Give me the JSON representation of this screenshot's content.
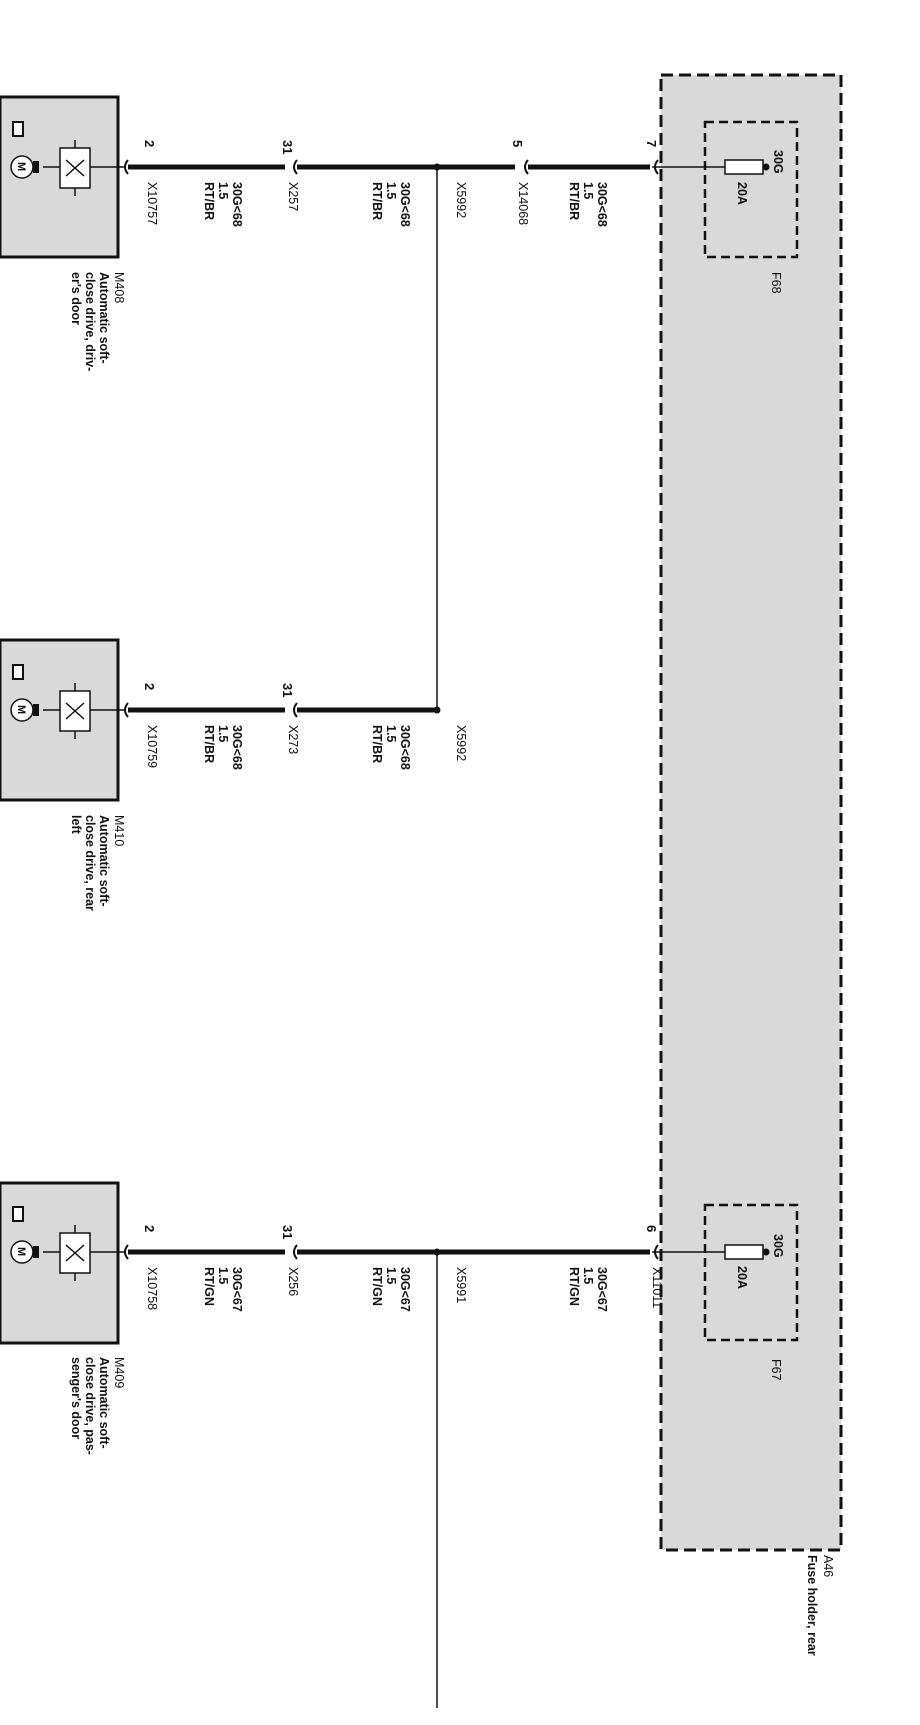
{
  "fuse_holder": {
    "id": "A46",
    "name": "Fuse holder, rear",
    "fuses": [
      {
        "id": "F68",
        "terminal": "30G",
        "rating": "20A"
      },
      {
        "id": "F67",
        "terminal": "30G",
        "rating": "20A"
      }
    ]
  },
  "circuits": [
    {
      "wire_top": {
        "pin": "7",
        "connector": "",
        "signal": "30G<68",
        "gauge": "1.5",
        "color": "RT/BR"
      },
      "wire_mid": {
        "pin": "5",
        "connector": "X14068"
      },
      "splice": "X5992",
      "wire_low": {
        "pin": "31",
        "connector": "X257",
        "signal": "30G<68",
        "gauge": "1.5",
        "color": "RT/BR"
      },
      "motor_conn": {
        "pin": "2",
        "connector": "X10757",
        "signal": "30G<68",
        "gauge": "1.5",
        "color": "RT/BR"
      },
      "motor": {
        "id": "M408",
        "desc_lines": [
          "Automatic soft-",
          "close drive, driv-",
          "er's door"
        ]
      }
    },
    {
      "splice": "X5992",
      "wire_low": {
        "pin": "31",
        "connector": "X273",
        "signal": "30G<68",
        "gauge": "1.5",
        "color": "RT/BR"
      },
      "motor_conn": {
        "pin": "2",
        "connector": "X10759",
        "signal": "30G<68",
        "gauge": "1.5",
        "color": "RT/BR"
      },
      "motor": {
        "id": "M410",
        "desc_lines": [
          "Automatic soft-",
          "close drive, rear",
          "left"
        ]
      }
    },
    {
      "wire_top": {
        "pin": "6",
        "connector": "X11011",
        "signal": "30G<67",
        "gauge": "1.5",
        "color": "RT/GN"
      },
      "splice": "X5991",
      "wire_low": {
        "pin": "31",
        "connector": "X256",
        "signal": "30G<67",
        "gauge": "1.5",
        "color": "RT/GN"
      },
      "motor_conn": {
        "pin": "2",
        "connector": "X10758",
        "signal": "30G<67",
        "gauge": "1.5",
        "color": "RT/GN"
      },
      "motor": {
        "id": "M409",
        "desc_lines": [
          "Automatic soft-",
          "close drive, pas-",
          "senger's door"
        ]
      }
    }
  ],
  "labels": {
    "motor_symbol": "M",
    "c1_splice_signal": "30G<68",
    "c1_splice_gauge": "1.5",
    "c1_splice_color": "RT/BR",
    "c1_top_signal": "30G<68",
    "c1_top_gauge": "1.5",
    "c1_top_color": "RT/BR"
  },
  "colors": {
    "fuse_box_fill": "#d9d9d9",
    "motor_box_fill": "#d9d9d9",
    "wire": "#111111"
  }
}
